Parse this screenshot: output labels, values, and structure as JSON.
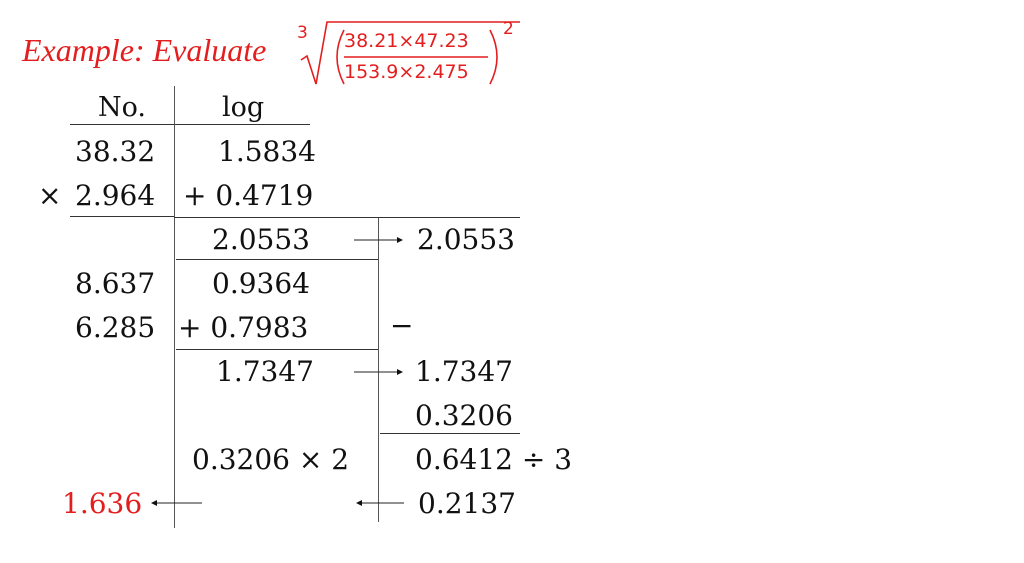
{
  "title": {
    "label": "Example: Evaluate",
    "root_index": "3",
    "numerator": "38.21×47.23",
    "denominator": "153.9×2.475",
    "power": "2",
    "color": "#e41e1e"
  },
  "table": {
    "col_no": "No.",
    "col_log": "log"
  },
  "rows": {
    "n1": "38.32",
    "l1": "1.5834",
    "op1": "×",
    "n2": "2.964",
    "l2": "+ 0.4719",
    "sum1": "2.0553",
    "right1": "2.0553",
    "n3": "8.637",
    "l3": "0.9364",
    "n4": "6.285",
    "l4": "+ 0.7983",
    "minus": "−",
    "sum2": "1.7347",
    "right2": "1.7347",
    "diff": "0.3206",
    "mult": "0.3206 × 2",
    "div": "0.6412 ÷ 3",
    "result_log": "0.2137",
    "answer": "1.636"
  }
}
